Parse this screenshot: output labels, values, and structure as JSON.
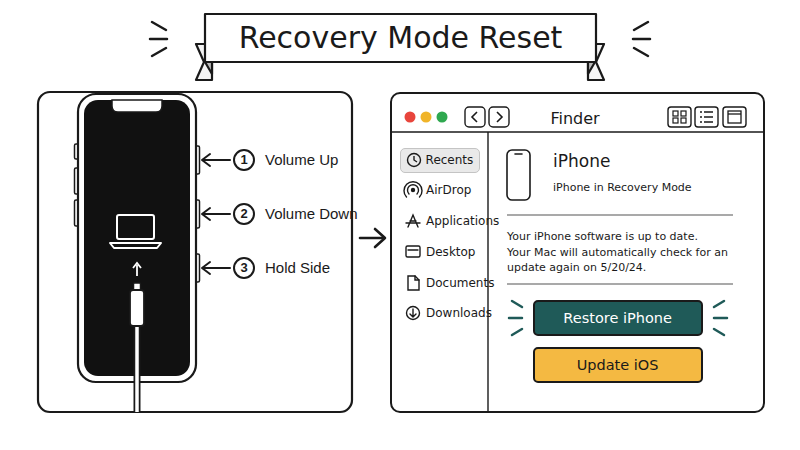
{
  "diagram": {
    "title": "Recovery Mode Reset",
    "nodes": [
      {
        "text": [
          "1",
          "Volume Up"
        ]
      },
      {
        "text": [
          "2",
          "Volume Down"
        ]
      },
      {
        "text": [
          "3",
          "Hold Side"
        ]
      },
      {
        "text": [
          "Finder"
        ]
      },
      {
        "text": [
          "Recents"
        ],
        "in": 3
      },
      {
        "text": [
          "Restore iPhone"
        ],
        "in": 3
      },
      {
        "text": [
          "Update iOS"
        ],
        "in": 3
      }
    ],
    "labels": [
      "AirDrop",
      "Applications",
      "Desktop",
      "Documents",
      "Downloads",
      "iPhone",
      "iPhone in Recovery Mode",
      "Your iPhone software is up to date.",
      "Your Mac will automatically check for an update again on 5/20/24."
    ]
  }
}
